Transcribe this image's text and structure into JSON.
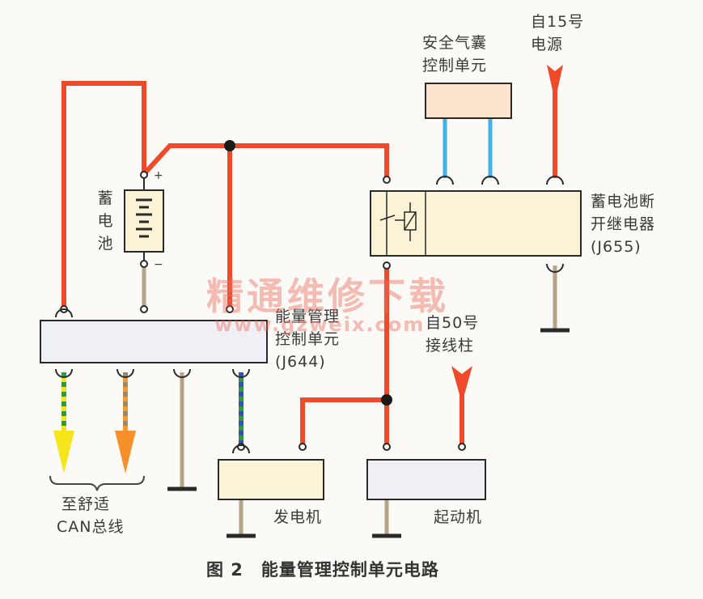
{
  "labels": {
    "airbag_unit": "安全气囊控制单元",
    "airbag_line1": "安全气囊",
    "airbag_line2": "控制单元",
    "from_15_line1": "自15号",
    "from_15_line2": "电源",
    "battery_chars": [
      "蓄",
      "电",
      "池"
    ],
    "battery_plus": "+",
    "battery_minus": "−",
    "relay_line1": "蓄电池断",
    "relay_line2": "开继电器",
    "relay_code": "(J655)",
    "emu_line1": "能量管理",
    "emu_line2": "控制单元",
    "emu_code": "(J644)",
    "from_50_line1": "自50号",
    "from_50_line2": "接线柱",
    "can_line1": "至舒适",
    "can_line2": "CAN总线",
    "generator": "发电机",
    "starter": "起动机"
  },
  "caption": "图 2　能量管理控制单元电路",
  "watermark": {
    "main": "精通维修下载",
    "url": "www.gzweix.com"
  },
  "colors": {
    "power_wire": "#ef4a2a",
    "ground_wire": "#b5a48a",
    "signal_wire": "#3fb1e6",
    "box_fill": "#eef0f6",
    "module_fill": "#fbf3d6",
    "airbag_fill": "#fbe3cd",
    "node": "#1b1b1b"
  }
}
